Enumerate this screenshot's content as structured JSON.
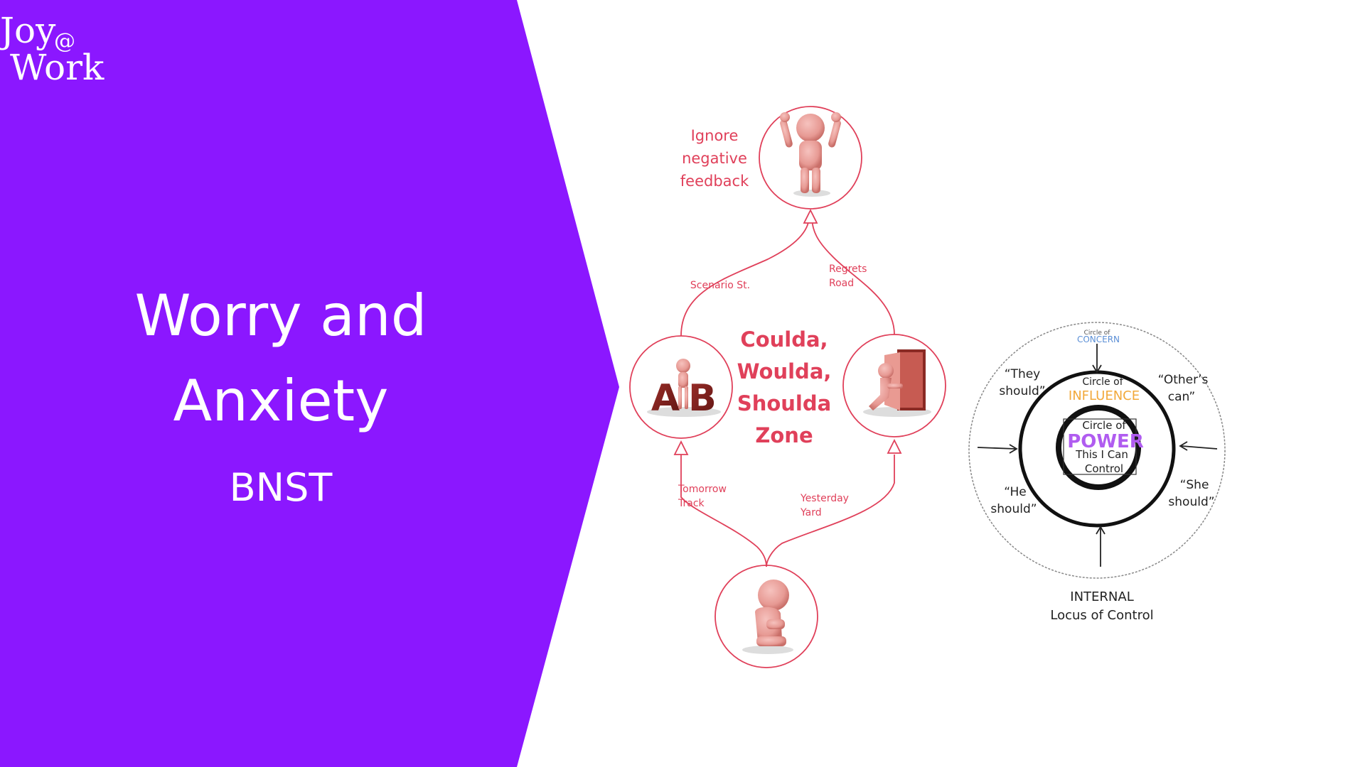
{
  "brand": {
    "logo_line1": "Joy",
    "logo_at": "@",
    "logo_line2": "Work",
    "panel_color": "#8B17FF"
  },
  "slide": {
    "title_line1": "Worry and",
    "title_line2": "Anxiety",
    "subtitle": "BNST"
  },
  "cycle": {
    "accent_color": "#E0405A",
    "center_lines": [
      "Coulda,",
      "Woulda,",
      "Shoulda",
      "Zone"
    ],
    "top_label": [
      "Ignore",
      "negative",
      "feedback"
    ],
    "paths": {
      "scenario": "Scenario St.",
      "regrets": [
        "Regrets",
        "Road"
      ],
      "tomorrow": [
        "Tomorrow",
        "Track"
      ],
      "yesterday": [
        "Yesterday",
        "Yard"
      ]
    },
    "ab_letters": [
      "A",
      "B"
    ],
    "icons": [
      "figure-hands-up-icon",
      "figure-ab-blocks-icon",
      "figure-door-icon",
      "figure-sitting-icon"
    ]
  },
  "locus": {
    "concern": [
      "Circle of",
      "CONCERN"
    ],
    "influence": [
      "Circle of",
      "INFLUENCE"
    ],
    "power": [
      "Circle of",
      "POWER",
      "This I Can",
      "Control"
    ],
    "they": [
      "“They",
      "should”"
    ],
    "others": [
      "“Other’s",
      "can”"
    ],
    "he": [
      "“He",
      "should”"
    ],
    "she": [
      "“She",
      "should”"
    ],
    "caption": [
      "INTERNAL",
      "Locus of Control"
    ],
    "concern_color": "#5B8FD6",
    "influence_color": "#F2A93B",
    "power_color": "#B05CF0"
  }
}
